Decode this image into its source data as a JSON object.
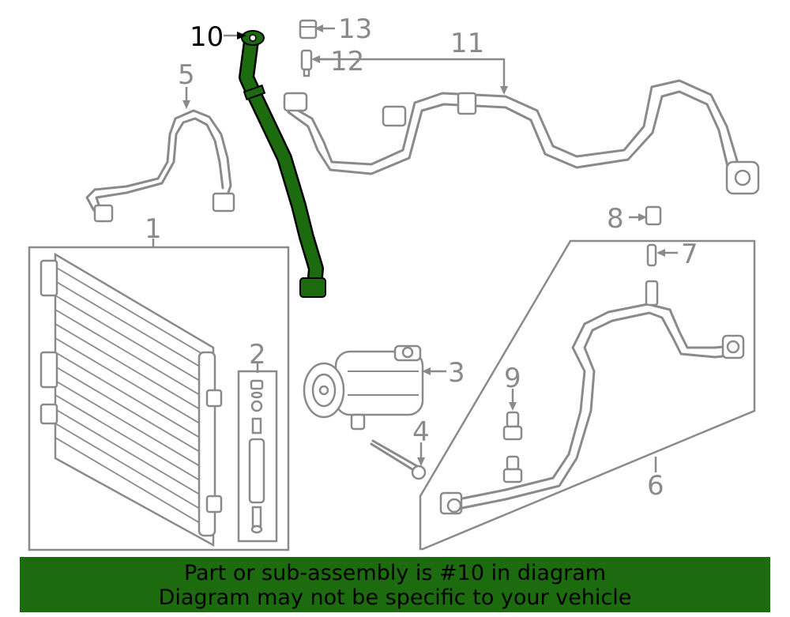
{
  "diagram": {
    "highlight_color": "#1d6b0f",
    "callouts": [
      "1",
      "2",
      "3",
      "4",
      "5",
      "6",
      "7",
      "8",
      "9",
      "10",
      "11",
      "12",
      "13"
    ],
    "highlighted_part": "10"
  },
  "banner": {
    "line1": "Part or sub-assembly is #10 in diagram",
    "line2": "Diagram may not be specific to your vehicle",
    "background": "#1d6b0f"
  }
}
